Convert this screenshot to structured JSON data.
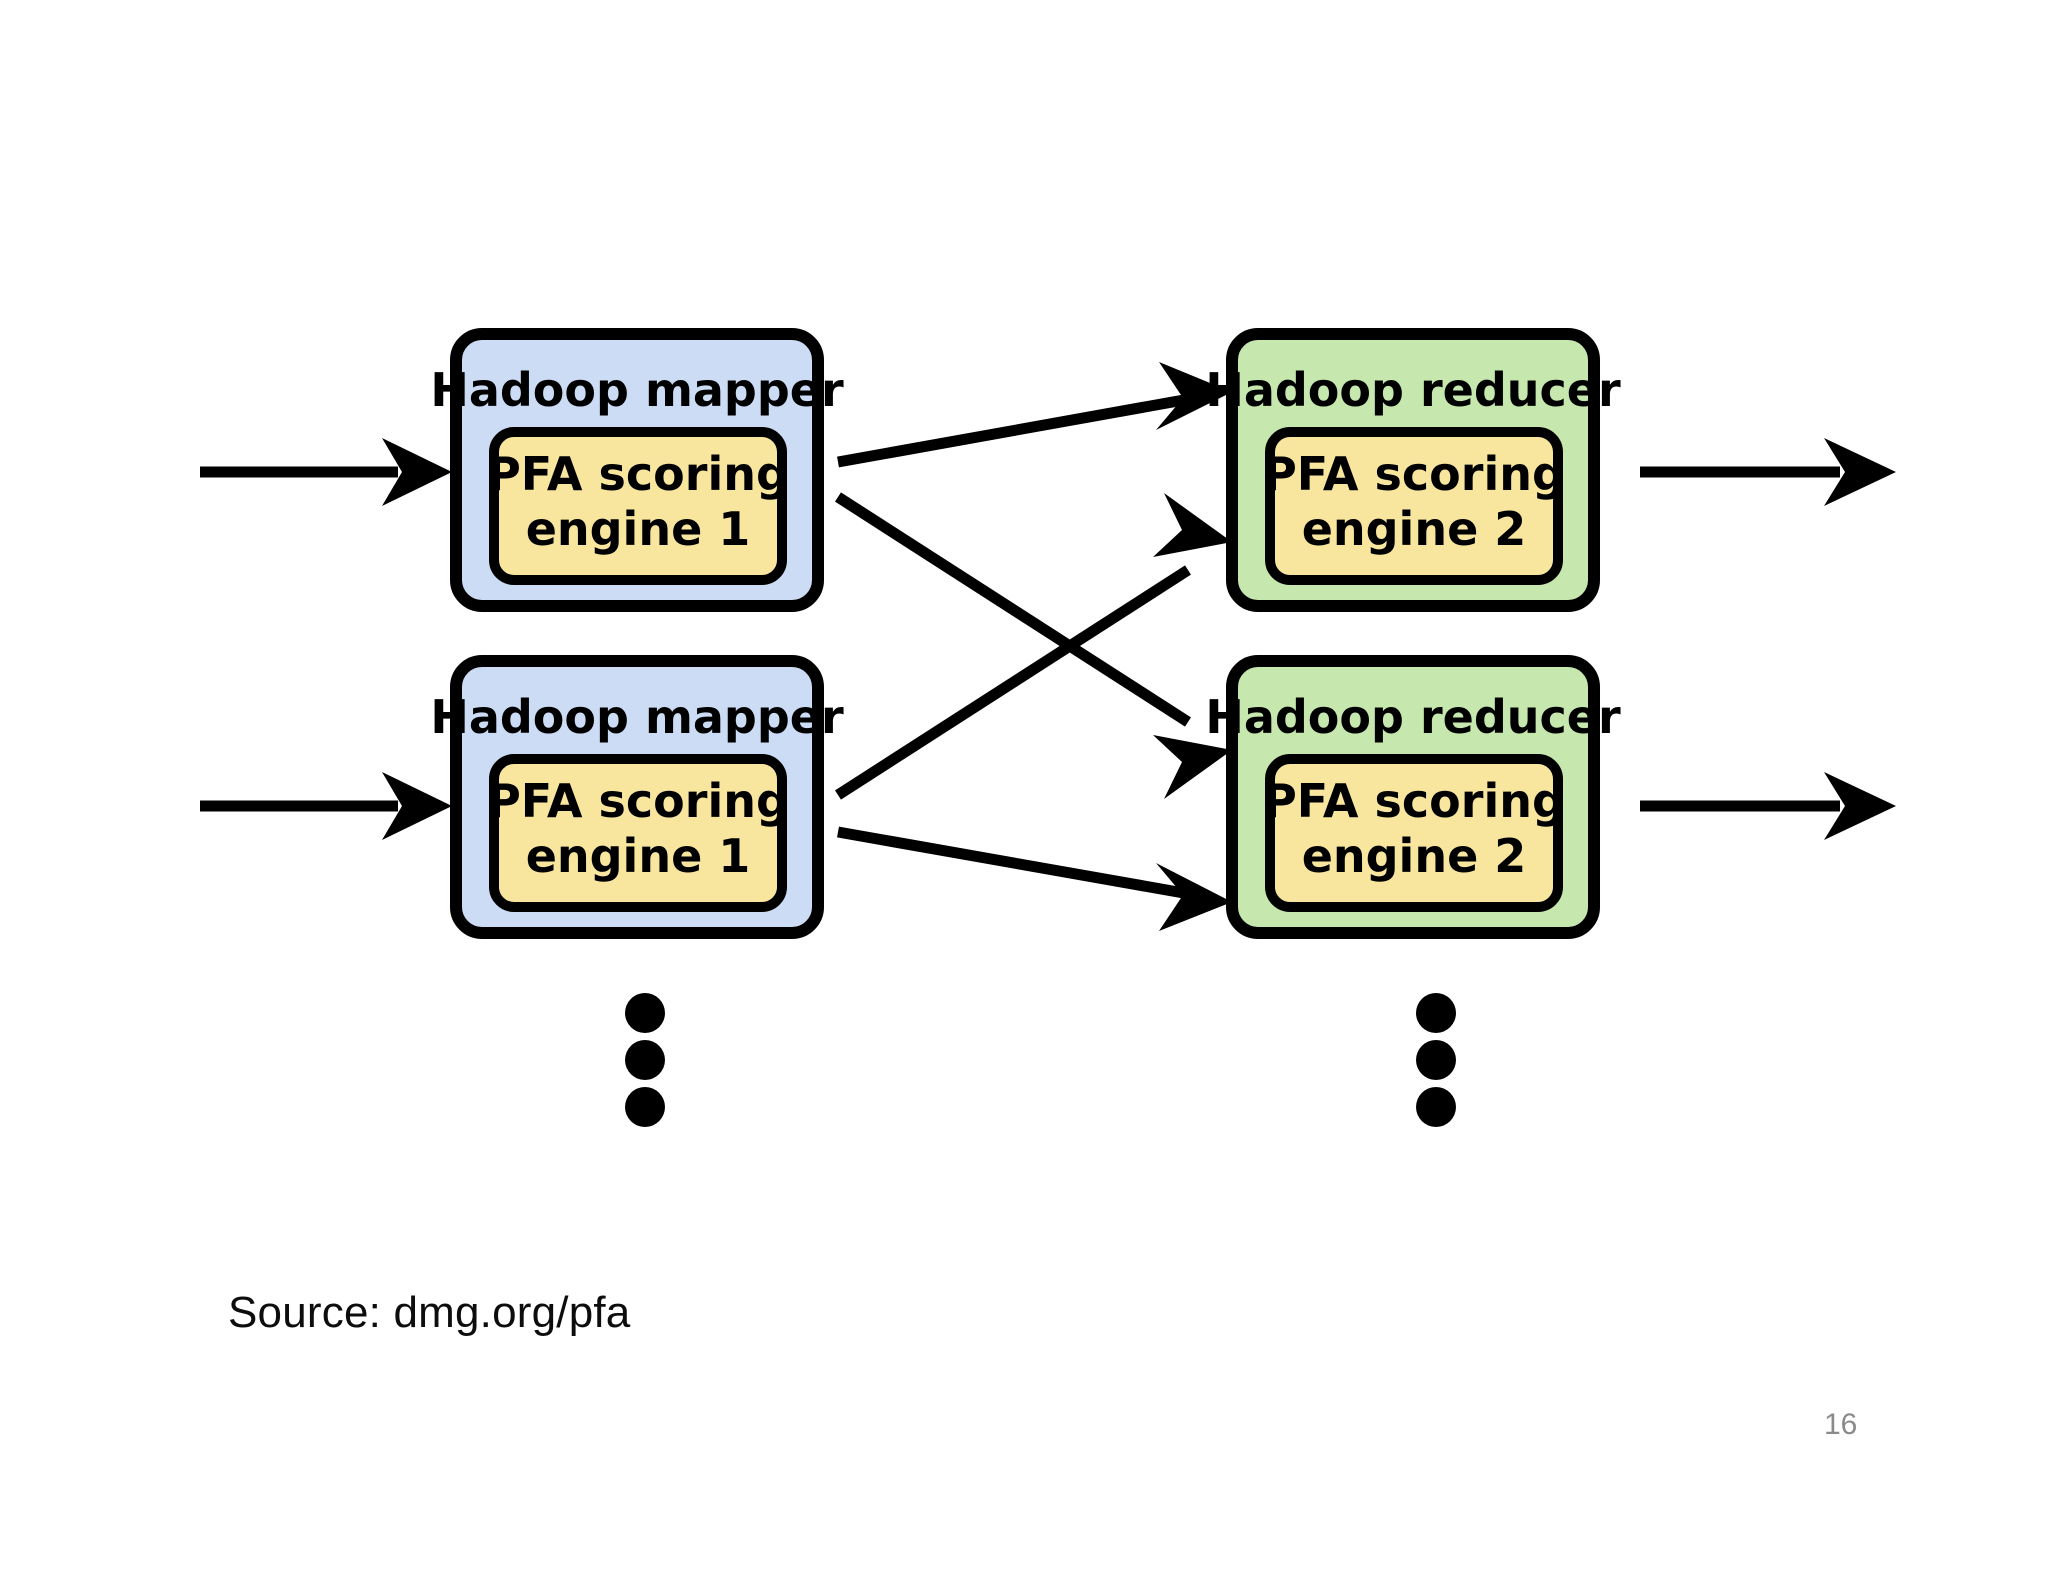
{
  "slide": {
    "background_color": "#ffffff",
    "page_number": "16",
    "source_note": "Source: dmg.org/pfa"
  },
  "palette": {
    "mapper_fill": "#ccdcf5",
    "reducer_fill": "#c6e7ae",
    "engine_fill": "#f8e69f",
    "stroke": "#000000",
    "text": "#000000",
    "page_number_color": "#8a8a8a"
  },
  "diagram": {
    "type": "flow",
    "title": "",
    "mappers": [
      {
        "id": "mapper-1",
        "outer_label": "Hadoop mapper",
        "inner_label_line1": "PFA scoring",
        "inner_label_line2": "engine 1"
      },
      {
        "id": "mapper-2",
        "outer_label": "Hadoop mapper",
        "inner_label_line1": "PFA scoring",
        "inner_label_line2": "engine 1"
      }
    ],
    "reducers": [
      {
        "id": "reducer-1",
        "outer_label": "Hadoop reducer",
        "inner_label_line1": "PFA scoring",
        "inner_label_line2": "engine 2"
      },
      {
        "id": "reducer-2",
        "outer_label": "Hadoop reducer",
        "inner_label_line1": "PFA scoring",
        "inner_label_line2": "engine 2"
      }
    ],
    "ellipses": [
      {
        "id": "mapper-ellipsis",
        "dots": 3
      },
      {
        "id": "reducer-ellipsis",
        "dots": 3
      }
    ],
    "edges": [
      {
        "id": "input-arrow-1",
        "from": "",
        "to": "mapper-1"
      },
      {
        "id": "input-arrow-2",
        "from": "",
        "to": "mapper-2"
      },
      {
        "id": "edge-m1-r1",
        "from": "mapper-1",
        "to": "reducer-1"
      },
      {
        "id": "edge-m1-r2",
        "from": "mapper-1",
        "to": "reducer-2"
      },
      {
        "id": "edge-m2-r1",
        "from": "mapper-2",
        "to": "reducer-1"
      },
      {
        "id": "edge-m2-r2",
        "from": "mapper-2",
        "to": "reducer-2"
      },
      {
        "id": "output-arrow-1",
        "from": "reducer-1",
        "to": ""
      },
      {
        "id": "output-arrow-2",
        "from": "reducer-2",
        "to": ""
      }
    ]
  }
}
